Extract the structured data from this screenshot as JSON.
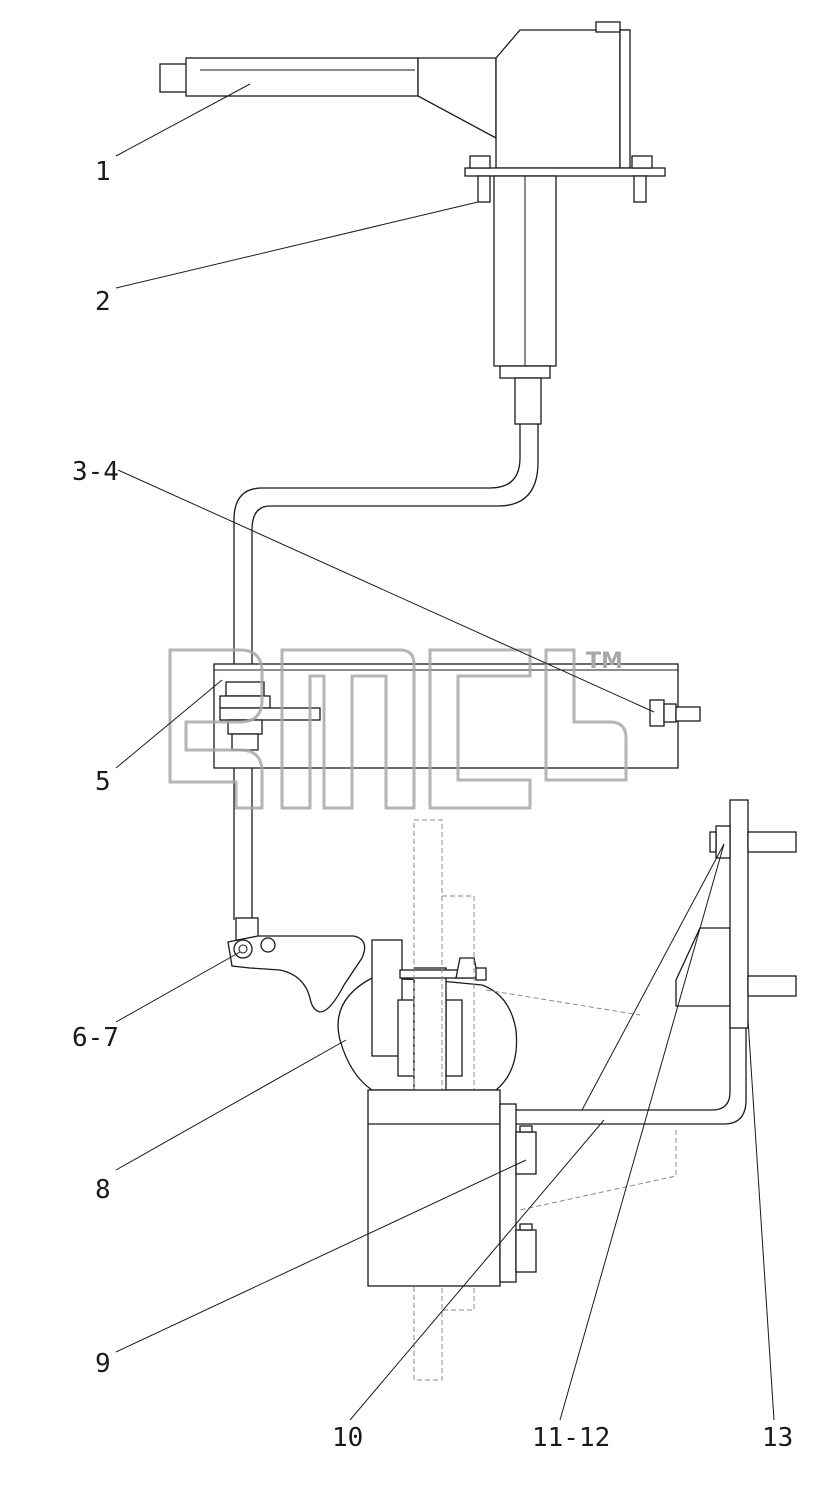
{
  "callouts": [
    {
      "id": "1",
      "label": "1"
    },
    {
      "id": "2",
      "label": "2"
    },
    {
      "id": "3-4",
      "label": "3-4"
    },
    {
      "id": "5",
      "label": "5"
    },
    {
      "id": "6-7",
      "label": "6-7"
    },
    {
      "id": "8",
      "label": "8"
    },
    {
      "id": "9",
      "label": "9"
    },
    {
      "id": "10",
      "label": "10"
    },
    {
      "id": "11-12",
      "label": "11-12"
    },
    {
      "id": "13",
      "label": "13"
    }
  ],
  "watermark": {
    "trademark": "TM"
  }
}
